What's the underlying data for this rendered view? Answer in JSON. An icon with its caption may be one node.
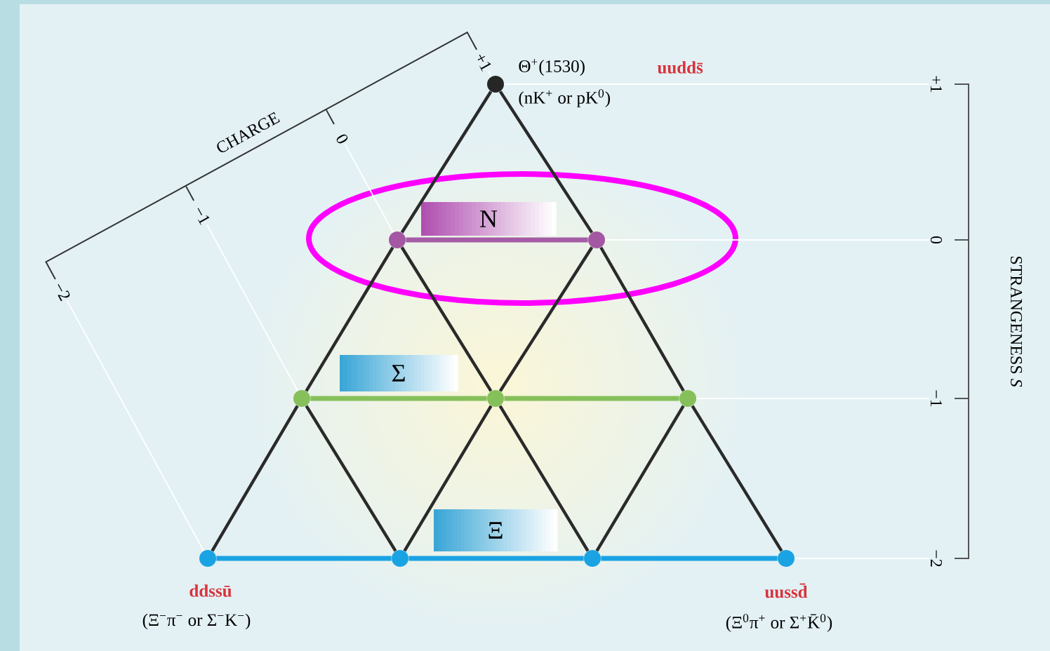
{
  "diagram": {
    "nodes": [
      {
        "text": [],
        "shape": "circle",
        "beside": [
          "Θ$^{+}$(1530)",
          "uudds̄",
          "(nK$^{+}$ or pK$^{0}$)"
        ]
      },
      {
        "text": [],
        "shape": "ellipse"
      },
      {
        "text": [
          "N"
        ],
        "in": 1
      },
      {
        "text": [],
        "shape": "circle",
        "in": 1
      },
      {
        "text": [],
        "shape": "circle",
        "in": 1
      },
      {
        "text": [
          "Σ"
        ]
      },
      {
        "text": [],
        "shape": "circle"
      },
      {
        "text": [],
        "shape": "circle"
      },
      {
        "text": [],
        "shape": "circle"
      },
      {
        "text": [
          "Ξ"
        ]
      },
      {
        "text": [],
        "shape": "circle",
        "beside": [
          "ddssū",
          "(Ξ$^{−}$π$^{−}$ or Σ$^{−}$K$^{−}$)"
        ]
      },
      {
        "text": [],
        "shape": "circle"
      },
      {
        "text": [],
        "shape": "circle"
      },
      {
        "text": [],
        "shape": "circle",
        "beside": [
          "uussd̄",
          "(Ξ$^{0}$π$^{+}$ or Σ$^{+}$K̄$^{0}$)"
        ]
      },
      {
        "text": [
          "+1"
        ]
      },
      {
        "text": [
          "0"
        ]
      },
      {
        "text": [
          "−1"
        ]
      },
      {
        "text": [
          "−2"
        ]
      },
      {
        "text": [
          "+1"
        ]
      },
      {
        "text": [
          "0"
        ]
      },
      {
        "text": [
          "−1"
        ]
      },
      {
        "text": [
          "−2"
        ]
      }
    ],
    "edges": [
      {
        "from": 0,
        "to": 3,
        "arrow": "none"
      },
      {
        "from": 0,
        "to": 4,
        "arrow": "none"
      },
      {
        "from": 3,
        "to": 4,
        "arrow": "none",
        "color": "#a55ca6"
      },
      {
        "from": 3,
        "to": 6,
        "arrow": "none"
      },
      {
        "from": 3,
        "to": 7,
        "arrow": "none"
      },
      {
        "from": 4,
        "to": 7,
        "arrow": "none"
      },
      {
        "from": 4,
        "to": 8,
        "arrow": "none"
      },
      {
        "from": 6,
        "to": 7,
        "arrow": "none",
        "color": "#86c05a"
      },
      {
        "from": 7,
        "to": 8,
        "arrow": "none",
        "color": "#86c05a"
      },
      {
        "from": 6,
        "to": 10,
        "arrow": "none"
      },
      {
        "from": 6,
        "to": 11,
        "arrow": "none"
      },
      {
        "from": 7,
        "to": 11,
        "arrow": "none"
      },
      {
        "from": 7,
        "to": 12,
        "arrow": "none"
      },
      {
        "from": 8,
        "to": 12,
        "arrow": "none"
      },
      {
        "from": 8,
        "to": 13,
        "arrow": "none"
      },
      {
        "from": 10,
        "to": 11,
        "arrow": "none",
        "color": "#1aa3e3"
      },
      {
        "from": 11,
        "to": 12,
        "arrow": "none",
        "color": "#1aa3e3"
      },
      {
        "from": 12,
        "to": 13,
        "arrow": "none",
        "color": "#1aa3e3"
      },
      {
        "from": 14,
        "to": 0,
        "arrow": "none",
        "color": "#ffffff"
      },
      {
        "from": 15,
        "to": 3,
        "arrow": "none",
        "color": "#ffffff"
      },
      {
        "from": 16,
        "to": 6,
        "arrow": "none",
        "color": "#ffffff"
      },
      {
        "from": 17,
        "to": 10,
        "arrow": "none",
        "color": "#ffffff"
      },
      {
        "from": 0,
        "to": 18,
        "arrow": "none",
        "color": "#ffffff"
      },
      {
        "from": 4,
        "to": 19,
        "arrow": "none",
        "color": "#ffffff"
      },
      {
        "from": 8,
        "to": 20,
        "arrow": "none",
        "color": "#ffffff"
      },
      {
        "from": 13,
        "to": 21,
        "arrow": "none",
        "color": "#ffffff"
      }
    ],
    "labels": [
      "CHARGE",
      "STRANGENESS *S*"
    ]
  }
}
